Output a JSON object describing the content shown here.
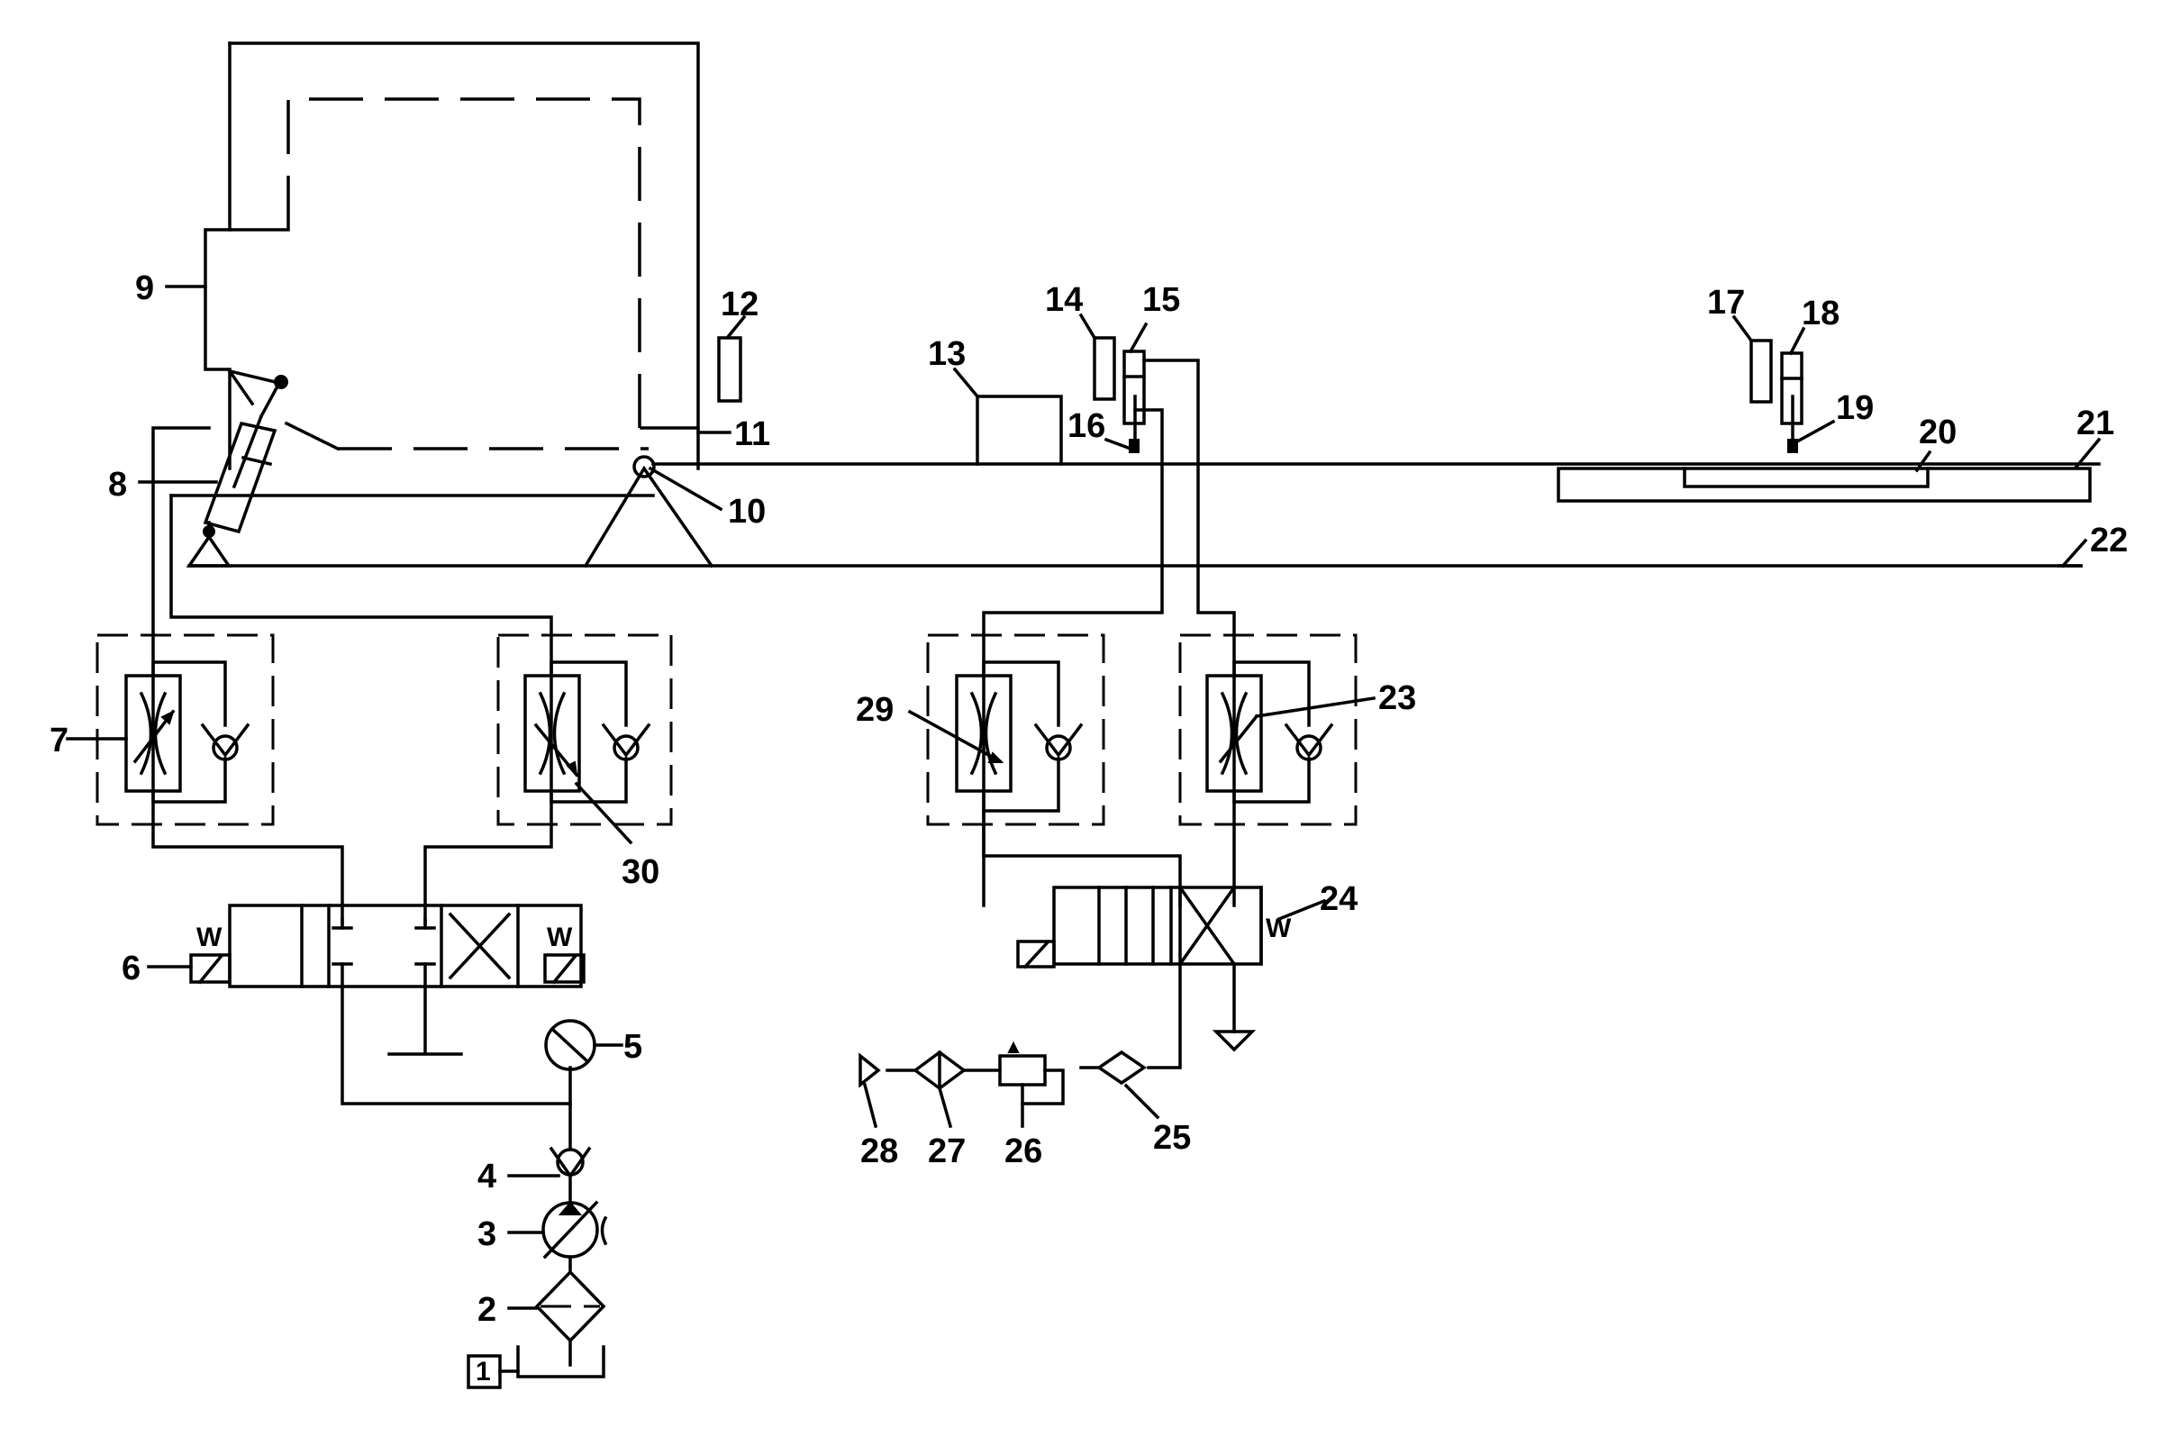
{
  "labels": {
    "c1": "1",
    "c2": "2",
    "c3": "3",
    "c4": "4",
    "c5": "5",
    "c6": "6",
    "c7": "7",
    "c8": "8",
    "c9": "9",
    "c10": "10",
    "c11": "11",
    "c12": "12",
    "c13": "13",
    "c14": "14",
    "c15": "15",
    "c16": "16",
    "c17": "17",
    "c18": "18",
    "c19": "19",
    "c20": "20",
    "c21": "21",
    "c22": "22",
    "c23": "23",
    "c24": "24",
    "c25": "25",
    "c26": "26",
    "c27": "27",
    "c28": "28",
    "c29": "29",
    "c30": "30"
  },
  "valve_marks": {
    "spring": "W"
  },
  "colors": {
    "line": "#000000",
    "background": "#ffffff"
  }
}
